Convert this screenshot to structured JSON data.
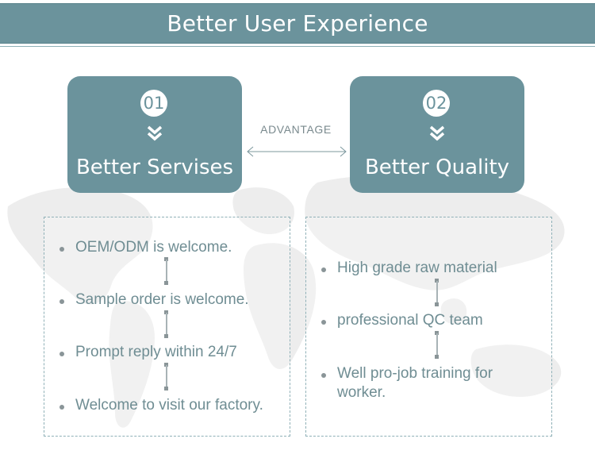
{
  "header": {
    "title": "Better User Experience"
  },
  "cards": [
    {
      "number": "01",
      "title": "Better Servises"
    },
    {
      "number": "02",
      "title": "Better Quality"
    }
  ],
  "advantage_label": "ADVANTAGE",
  "left_list": [
    "OEM/ODM is welcome.",
    "Sample order is welcome.",
    "Prompt reply within 24/7",
    "Welcome to visit our factory."
  ],
  "right_list": [
    "High grade raw material",
    "professional QC team",
    "Well pro-job training for\nworker."
  ],
  "colors": {
    "accent": "#6b939c",
    "text": "#6f8d93",
    "map": "#eeeeee"
  }
}
